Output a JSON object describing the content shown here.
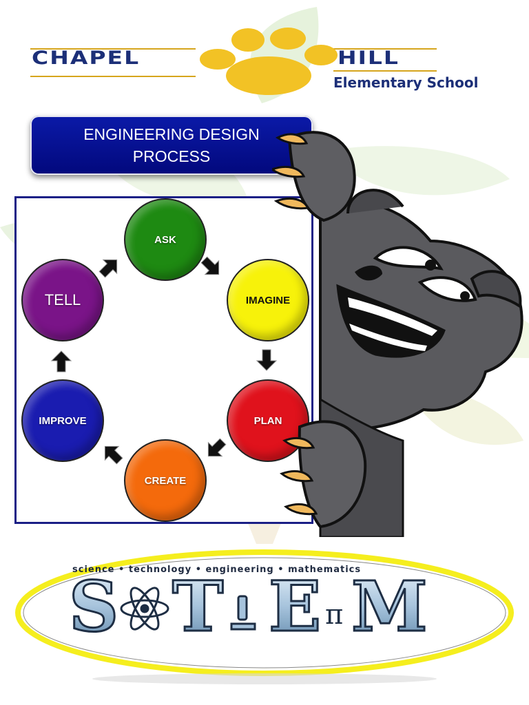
{
  "header": {
    "brand_left": "CHAPEL",
    "brand_right": "HILL",
    "brand_sub": "Elementary School",
    "logo_icon": "paw-print-icon",
    "colors": {
      "navy": "#1c2f78",
      "gold": "#f2c225"
    }
  },
  "title": "ENGINEERING DESIGN PROCESS",
  "cycle": {
    "stages": [
      {
        "label": "ASK",
        "color": "#1e8a12"
      },
      {
        "label": "IMAGINE",
        "color": "#f7f20a"
      },
      {
        "label": "PLAN",
        "color": "#e0121c"
      },
      {
        "label": "CREATE",
        "color": "#f46a0c"
      },
      {
        "label": "IMPROVE",
        "color": "#1a1cb0"
      },
      {
        "label": "TELL",
        "color": "#7a1488"
      }
    ],
    "arrow_icon": "block-arrow-icon"
  },
  "mascot_icon": "panther-mascot-icon",
  "stem": {
    "tagline": "science • technology • engineering • mathematics",
    "letters": "S T E M"
  }
}
